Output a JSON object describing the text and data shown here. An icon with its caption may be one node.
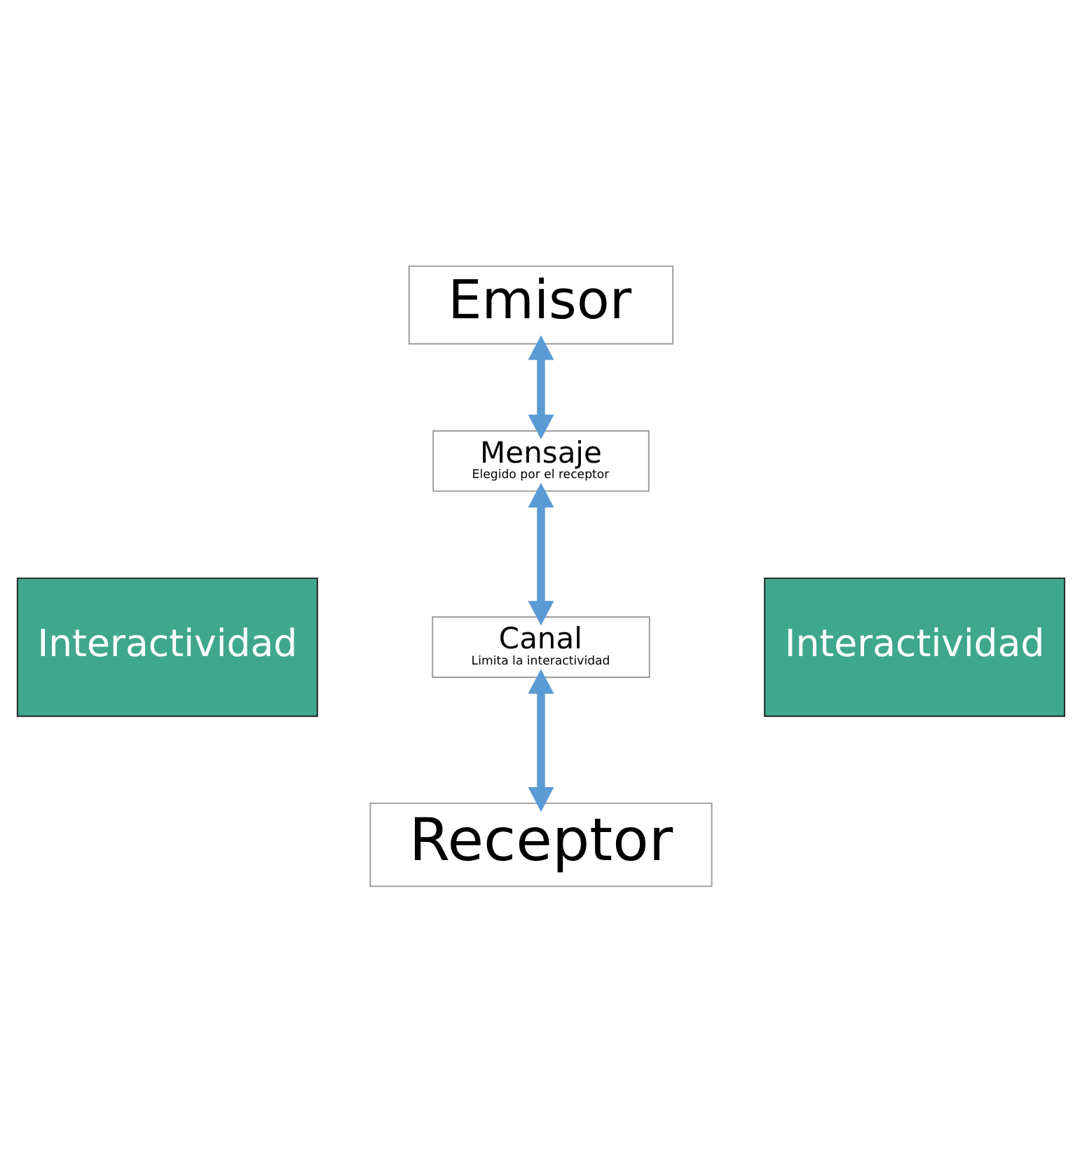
{
  "diagram": {
    "nodes": [
      {
        "text": [
          "Emisor"
        ]
      },
      {
        "text": [
          "Mensaje",
          "Elegido por el receptor"
        ]
      },
      {
        "text": [
          "Canal",
          "Limita la interactividad"
        ]
      },
      {
        "text": [
          "Receptor"
        ]
      }
    ],
    "edges": [
      {
        "from": 0,
        "to": 1,
        "arrow": "both"
      },
      {
        "from": 1,
        "to": 2,
        "arrow": "both"
      },
      {
        "from": 2,
        "to": 3,
        "arrow": "both"
      }
    ],
    "labels": [
      "Interactividad",
      "Interactividad"
    ]
  }
}
